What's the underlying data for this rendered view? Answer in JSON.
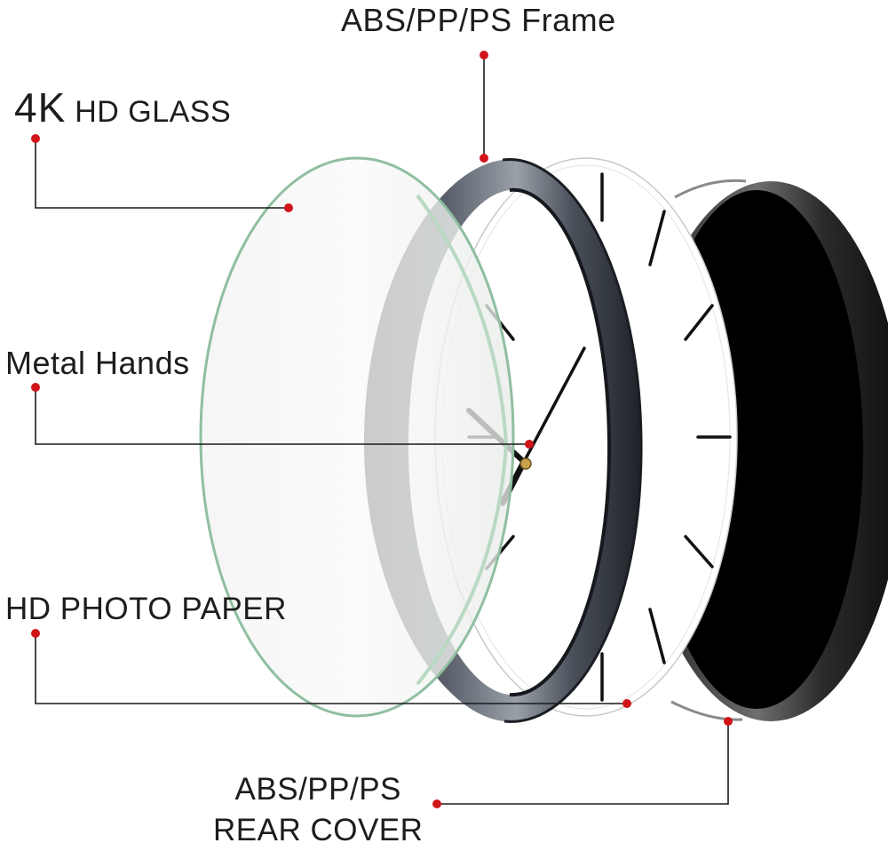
{
  "labels": {
    "frame": "ABS/PP/PS Frame",
    "glass_big": "4K",
    "glass_rest": "HD GLASS",
    "hands": "Metal Hands",
    "paper": "HD PHOTO PAPER",
    "rear_line1": "ABS/PP/PS",
    "rear_line2": "REAR COVER"
  },
  "colors": {
    "marker": "#d0141a",
    "leader_line": "#1a1a1a",
    "frame_metal": "#3a3f47",
    "rear_cover": "#000000",
    "glass_edge": "#8fbfa0"
  }
}
